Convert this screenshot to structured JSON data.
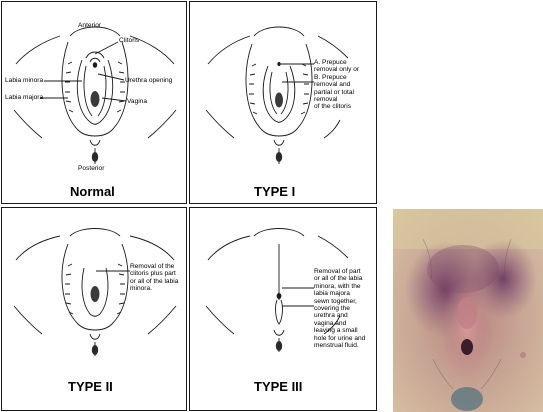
{
  "panels": {
    "normal": {
      "caption": "Normal",
      "labels": {
        "anterior": "Anterior",
        "clitoris": "Clitoris",
        "labia_minora": "Labia minora",
        "urethra_opening": "Urethra  opening",
        "labia_majora": "Labia majora",
        "vagina": "Vagina",
        "posterior": "Posterior"
      }
    },
    "type1": {
      "caption": "TYPE I",
      "note": "A. Prepuce\nremoval only or\nB. Prepuce\nremoval and\npartial or total\nremoval\nof the clitoris"
    },
    "type2": {
      "caption": "TYPE II",
      "note": "Removal of the\nclitoris plus part\nor all of the labia\nminora."
    },
    "type3": {
      "caption": "TYPE III",
      "note": "Removal of part\nor all of the labia\nminora, with the\nlabia majora\nsewn together,\ncovering the\nurethra and\nvagina and\nleaving a small\nhole for urine and\nmenstrual fluid."
    }
  },
  "colors": {
    "line": "#1a1a1a",
    "photo_skin": "#c9a896",
    "photo_purple": "#7d4a6e"
  }
}
